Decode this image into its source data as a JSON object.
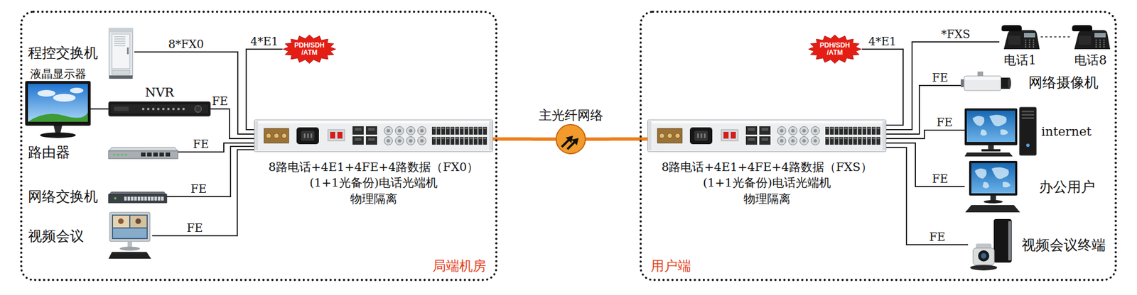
{
  "diagram": {
    "nodes": [
      {
        "text": [
          "局端机房"
        ]
      },
      {
        "text": [
          "程控交换机"
        ],
        "in": 0
      },
      {
        "text": [
          "液晶显示器"
        ],
        "in": 0
      },
      {
        "text": [
          "NVR"
        ],
        "in": 0
      },
      {
        "text": [
          "路由器"
        ],
        "in": 0
      },
      {
        "text": [
          "网络交换机"
        ],
        "in": 0
      },
      {
        "text": [
          "视频会议"
        ],
        "in": 0
      },
      {
        "text": [
          "PDH/SDH /ATM"
        ],
        "in": 0
      },
      {
        "text": [
          "8路电话+4E1+4FE+4路数据（FX0）",
          "(1+1光备份)电话光端机",
          "物理隔离"
        ],
        "in": 0
      },
      {
        "text": [
          "主光纤网络"
        ]
      },
      {
        "text": [
          "用户端"
        ]
      },
      {
        "text": [
          "8路电话+4E1+4FE+4路数据（FXS）",
          "(1+1光备份)电话光端机",
          "物理隔离"
        ],
        "in": 10
      },
      {
        "text": [
          "PDH/SDH /ATM"
        ],
        "in": 10
      },
      {
        "text": [
          "电话1"
        ],
        "in": 10
      },
      {
        "text": [
          "电话8"
        ],
        "in": 10
      },
      {
        "text": [
          "网络摄像机"
        ],
        "in": 10
      },
      {
        "text": [
          "internet"
        ],
        "in": 10
      },
      {
        "text": [
          "办公用户"
        ],
        "in": 10
      },
      {
        "text": [
          "视频会议终端"
        ],
        "in": 10
      }
    ],
    "edges": [
      {
        "from": 1,
        "to": 8,
        "arrow": "none",
        "label": "8*FX0"
      },
      {
        "from": 7,
        "to": 8,
        "arrow": "none",
        "label": "4*E1"
      },
      {
        "from": 2,
        "to": 3,
        "arrow": "none"
      },
      {
        "from": 3,
        "to": 8,
        "arrow": "none",
        "label": "FE"
      },
      {
        "from": 4,
        "to": 8,
        "arrow": "none",
        "label": "FE"
      },
      {
        "from": 5,
        "to": 8,
        "arrow": "none",
        "label": "FE"
      },
      {
        "from": 6,
        "to": 8,
        "arrow": "none",
        "label": "FE"
      },
      {
        "from": 8,
        "to": 9,
        "arrow": "none"
      },
      {
        "from": 9,
        "to": 11,
        "arrow": "none"
      },
      {
        "from": 11,
        "to": 12,
        "arrow": "none",
        "label": "4*E1"
      },
      {
        "from": 11,
        "to": 13,
        "arrow": "none",
        "label": "*FXS"
      },
      {
        "from": 13,
        "to": 14,
        "arrow": "none"
      },
      {
        "from": 11,
        "to": 15,
        "arrow": "none",
        "label": "FE"
      },
      {
        "from": 11,
        "to": 16,
        "arrow": "none",
        "label": "FE"
      },
      {
        "from": 11,
        "to": 17,
        "arrow": "none",
        "label": "FE"
      },
      {
        "from": 11,
        "to": 18,
        "arrow": "none",
        "label": "FE"
      }
    ]
  }
}
